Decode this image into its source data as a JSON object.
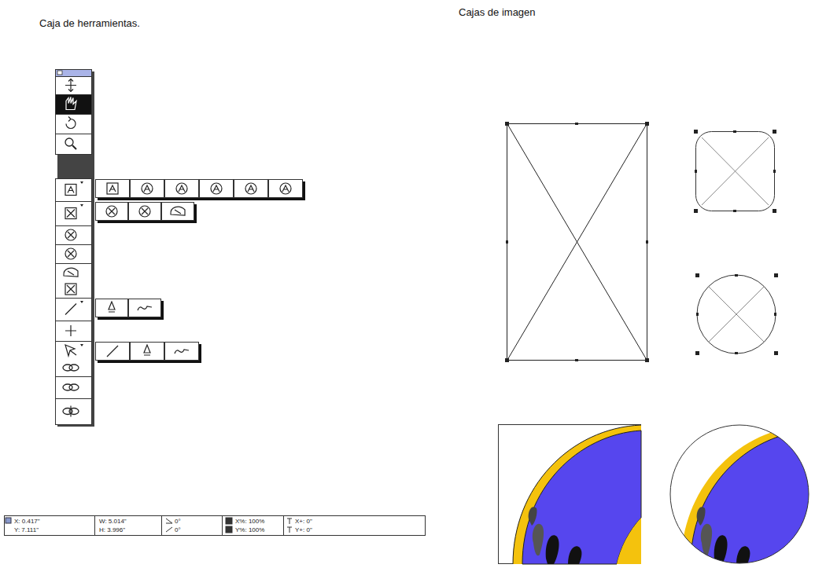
{
  "diagram": {
    "labels": [
      "Caja de herramientas.",
      "Cajas de imagen",
      "X: 0.417\"",
      "Y: 7.111\"",
      "W: 5.014\"",
      "H: 3.996\"",
      "0°",
      "0°",
      "X%: 100%",
      "Y%: 100%",
      "X+: 0\"",
      "Y+: 0\""
    ]
  }
}
